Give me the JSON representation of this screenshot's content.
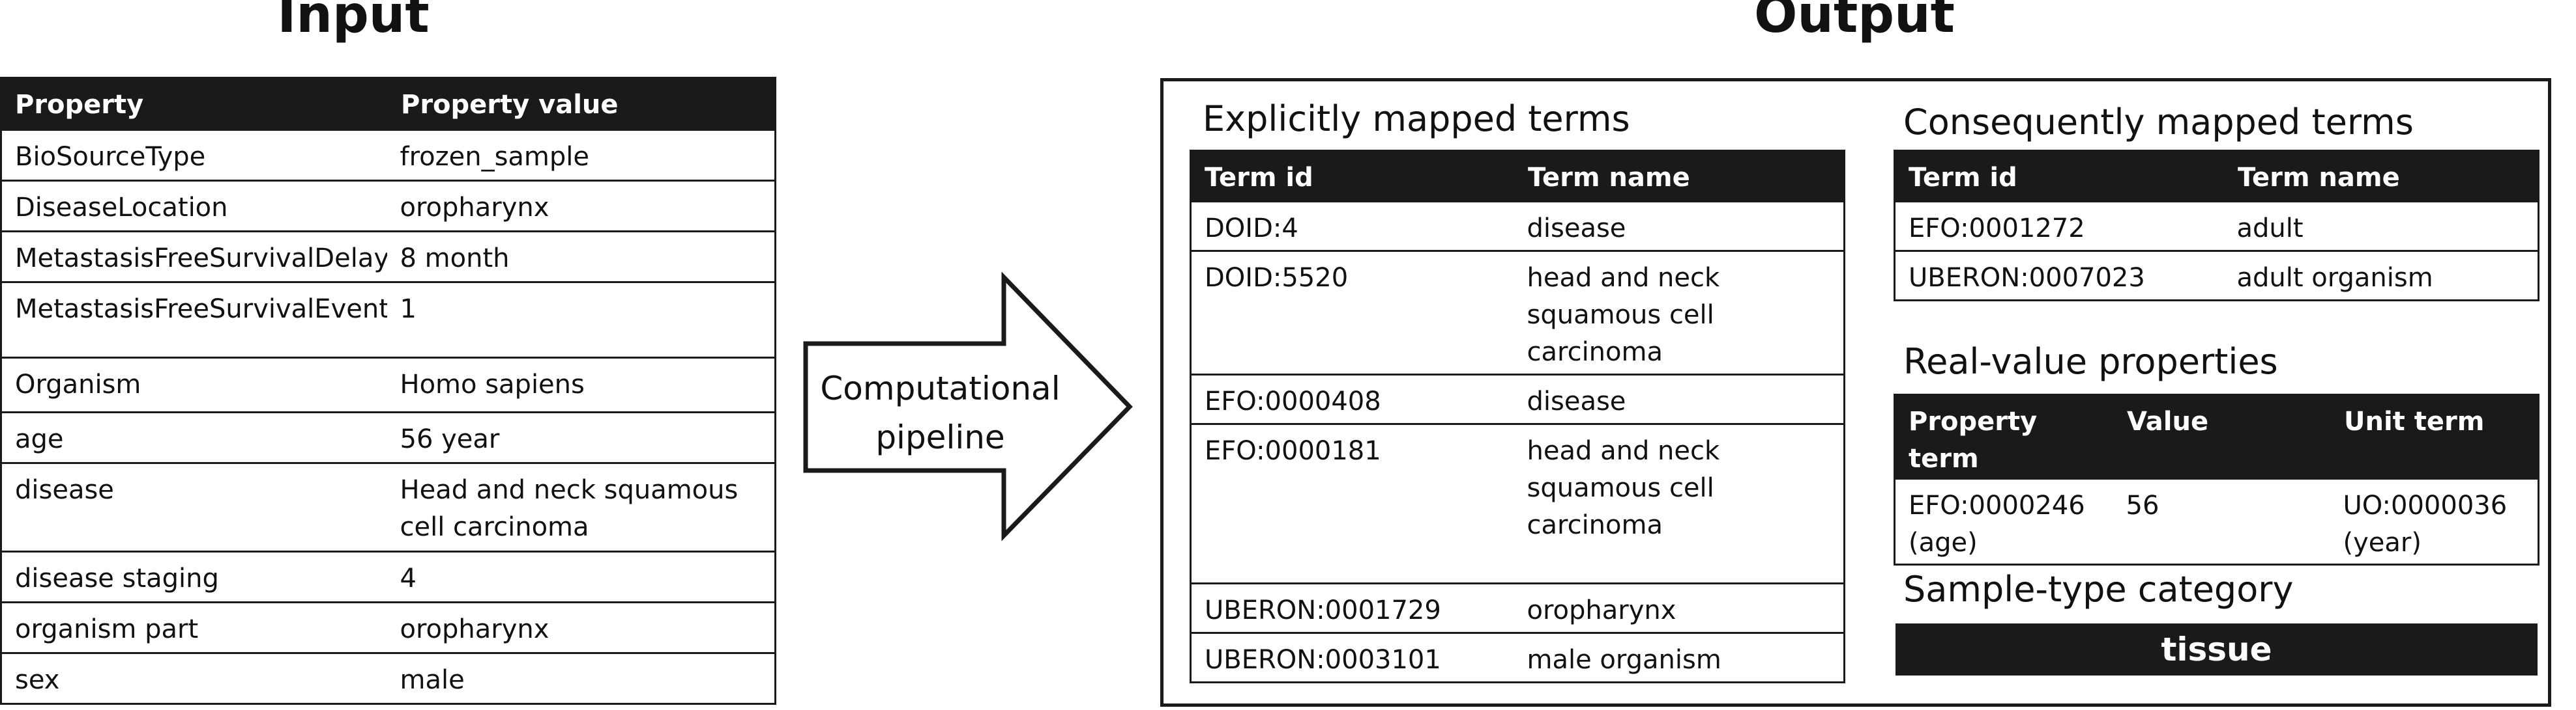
{
  "input": {
    "heading": "Input",
    "columns": [
      "Property",
      "Property value"
    ],
    "rows": [
      [
        "BioSourceType",
        "frozen_sample"
      ],
      [
        "DiseaseLocation",
        "oropharynx"
      ],
      [
        "MetastasisFreeSurvivalDelay",
        "8 month"
      ],
      [
        "MetastasisFreeSurvivalEvent",
        "1"
      ],
      [
        "Organism",
        "Homo sapiens"
      ],
      [
        "age",
        "56 year"
      ],
      [
        "disease",
        "Head and neck squamous cell carcinoma"
      ],
      [
        "disease staging",
        "4"
      ],
      [
        "organism part",
        "oropharynx"
      ],
      [
        "sex",
        "male"
      ]
    ]
  },
  "pipeline": {
    "label": "Computational pipeline"
  },
  "output": {
    "heading": "Output",
    "explicit": {
      "title": "Explicitly mapped terms",
      "columns": [
        "Term id",
        "Term name"
      ],
      "rows": [
        [
          "DOID:4",
          "disease"
        ],
        [
          "DOID:5520",
          "head and neck squamous cell carcinoma"
        ],
        [
          "EFO:0000408",
          "disease"
        ],
        [
          "EFO:0000181",
          "head and neck squamous cell carcinoma"
        ],
        [
          "UBERON:0001729",
          "oropharynx"
        ],
        [
          "UBERON:0003101",
          "male organism"
        ]
      ]
    },
    "consequent": {
      "title": "Consequently mapped terms",
      "columns": [
        "Term id",
        "Term name"
      ],
      "rows": [
        [
          "EFO:0001272",
          "adult"
        ],
        [
          "UBERON:0007023",
          "adult organism"
        ]
      ]
    },
    "real_value": {
      "title": "Real-value properties",
      "columns": [
        "Property term",
        "Value",
        "Unit term"
      ],
      "rows": [
        [
          "EFO:0000246 (age)",
          "56",
          "UO:0000036 (year)"
        ]
      ]
    },
    "sample_type": {
      "title": "Sample-type category",
      "value": "tissue"
    }
  }
}
